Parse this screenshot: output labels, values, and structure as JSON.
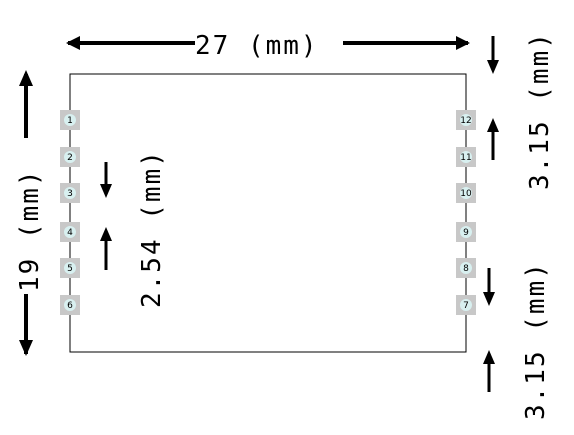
{
  "dimensions": {
    "width_label": "27 (mm)",
    "height_label": "19 (mm)",
    "pitch_label": "2.54 (mm)",
    "edge_top_label": "3.15 (mm)",
    "edge_bottom_label": "3.15 (mm)"
  },
  "pins_left": [
    "1",
    "2",
    "3",
    "4",
    "5",
    "6"
  ],
  "pins_right": [
    "12",
    "11",
    "10",
    "9",
    "8",
    "7"
  ],
  "colors": {
    "line": "#000000",
    "pad": "#c8c8c8",
    "pad_dot": "#d8f0f0"
  }
}
